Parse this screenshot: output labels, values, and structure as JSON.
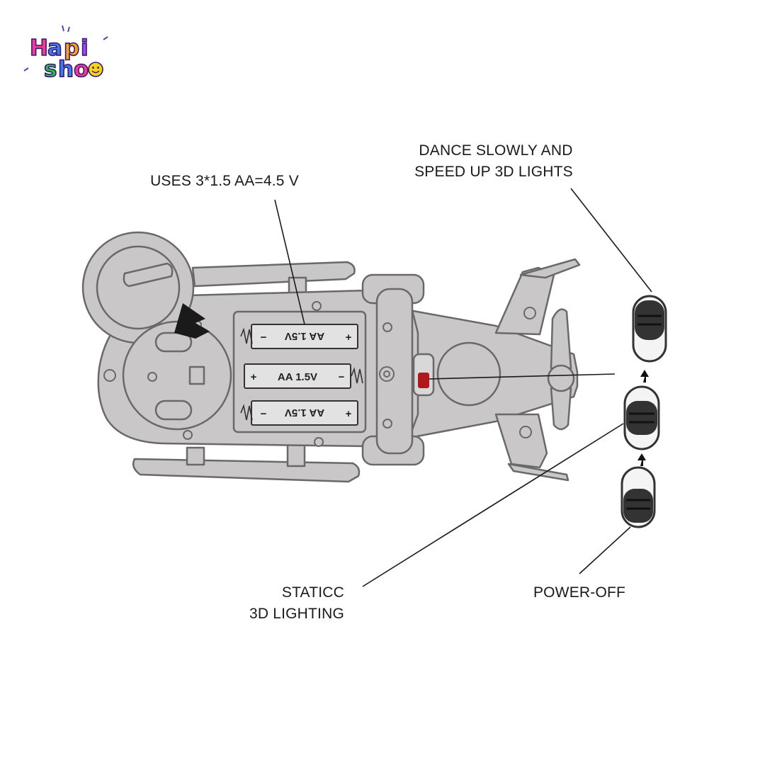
{
  "brand": {
    "logo_line1": [
      "H",
      "a",
      "p",
      "i"
    ],
    "logo_line2": [
      "s",
      "h",
      "o"
    ],
    "logo_colors": [
      "#f23a9a",
      "#3d7bf2",
      "#f7a21b",
      "#9b4df2",
      "#2bc04a",
      "#f7d41b",
      "#e8e8e8"
    ]
  },
  "labels": {
    "battery_note": "USES 3*1.5 AA=4.5 V",
    "mode_dance_line1": "DANCE SLOWLY AND",
    "mode_dance_line2": "SPEED UP 3D LIGHTS",
    "mode_static_line1": "STATICC",
    "mode_static_line2": "3D LIGHTING",
    "mode_off": "POWER-OFF"
  },
  "batteries": [
    {
      "text": "AA 1.5V",
      "flipped": true
    },
    {
      "text": "AA 1.5V",
      "flipped": false
    },
    {
      "text": "AA 1.5V",
      "flipped": true
    }
  ],
  "battery_polarity": {
    "plus": "+",
    "minus": "−"
  },
  "colors": {
    "body_fill": "#c9c7c7",
    "outline": "#6a6969",
    "switch_indicator": "#b0191c",
    "switch_knob": "#333333"
  },
  "switch_positions": [
    "dance-speed-up",
    "static-lighting",
    "power-off"
  ]
}
